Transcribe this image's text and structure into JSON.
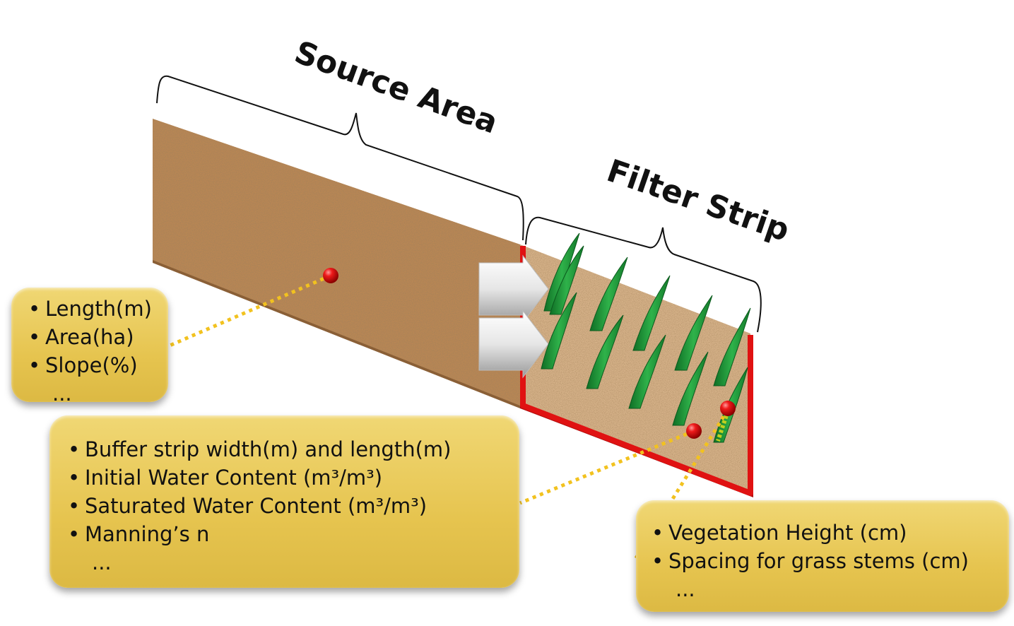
{
  "labels": {
    "source_area": "Source Area",
    "filter_strip": "Filter Strip"
  },
  "source_box": {
    "items": [
      "Length(m)",
      "Area(ha)",
      "Slope(%)"
    ],
    "more": "..."
  },
  "filter_box": {
    "items": [
      "Buffer strip width(m) and length(m)",
      "Initial Water Content (m³/m³)",
      "Saturated Water Content (m³/m³)",
      "Manning’s n"
    ],
    "more": "..."
  },
  "vegetation_box": {
    "items": [
      "Vegetation Height (cm)",
      "Spacing for grass stems (cm)"
    ],
    "more": "..."
  },
  "colors": {
    "soil": "#b98654",
    "filter_soil": "#d6b289",
    "filter_border": "#e01212",
    "grass": "#1f9a3a",
    "leader_line": "#f2c21f",
    "marker": "#e01010",
    "callout_fill": "#e6c44f"
  }
}
